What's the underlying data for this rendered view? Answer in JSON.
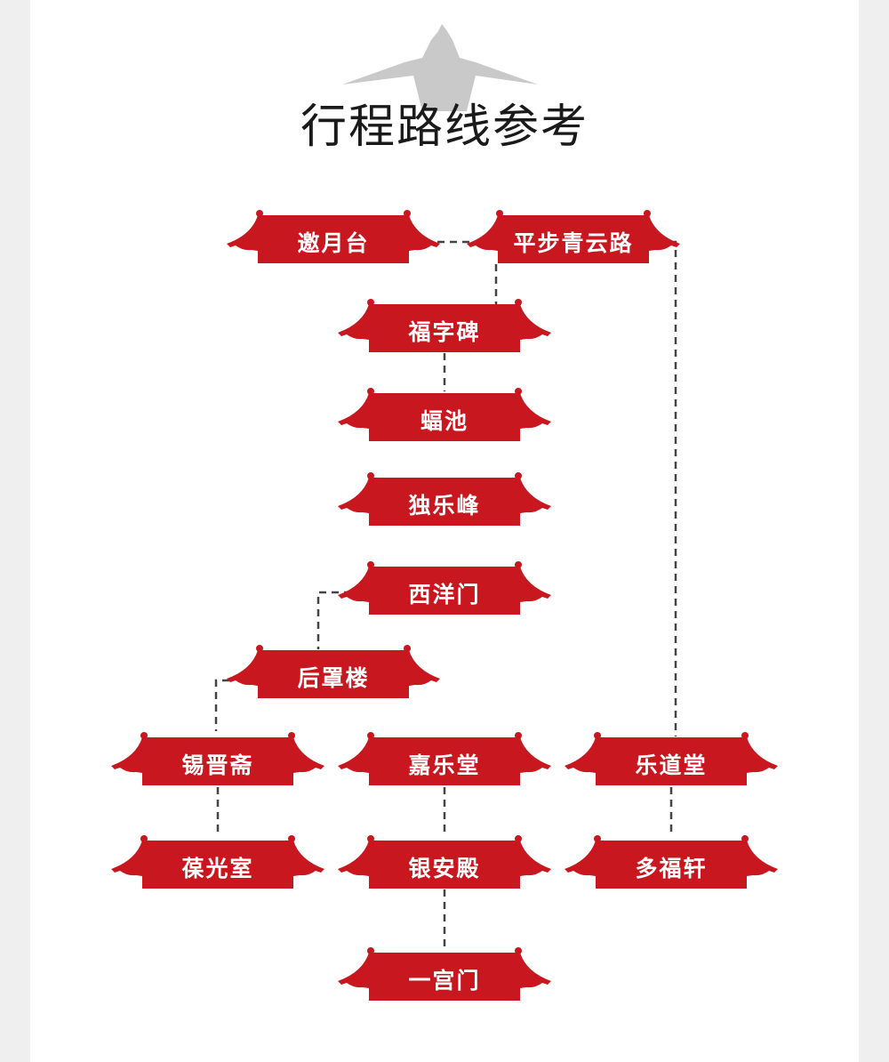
{
  "title": "行程路线参考",
  "colors": {
    "roof": "#c8171e",
    "line": "#444444"
  },
  "nodes": [
    {
      "id": "yaoyuetai",
      "label": "邀月台"
    },
    {
      "id": "pingbuqingyunlu",
      "label": "平步青云路"
    },
    {
      "id": "fuzibei",
      "label": "福字碑"
    },
    {
      "id": "fuchi",
      "label": "蝠池"
    },
    {
      "id": "dulefeng",
      "label": "独乐峰"
    },
    {
      "id": "xiyangmen",
      "label": "西洋门"
    },
    {
      "id": "houzhaolou",
      "label": "后罩楼"
    },
    {
      "id": "xijinzhai",
      "label": "锡晋斋"
    },
    {
      "id": "jialetang",
      "label": "嘉乐堂"
    },
    {
      "id": "ledaotang",
      "label": "乐道堂"
    },
    {
      "id": "baoguangshi",
      "label": "葆光室"
    },
    {
      "id": "yinandian",
      "label": "银安殿"
    },
    {
      "id": "duofuxuan",
      "label": "多福轩"
    },
    {
      "id": "yigongmen",
      "label": "一宫门"
    }
  ]
}
